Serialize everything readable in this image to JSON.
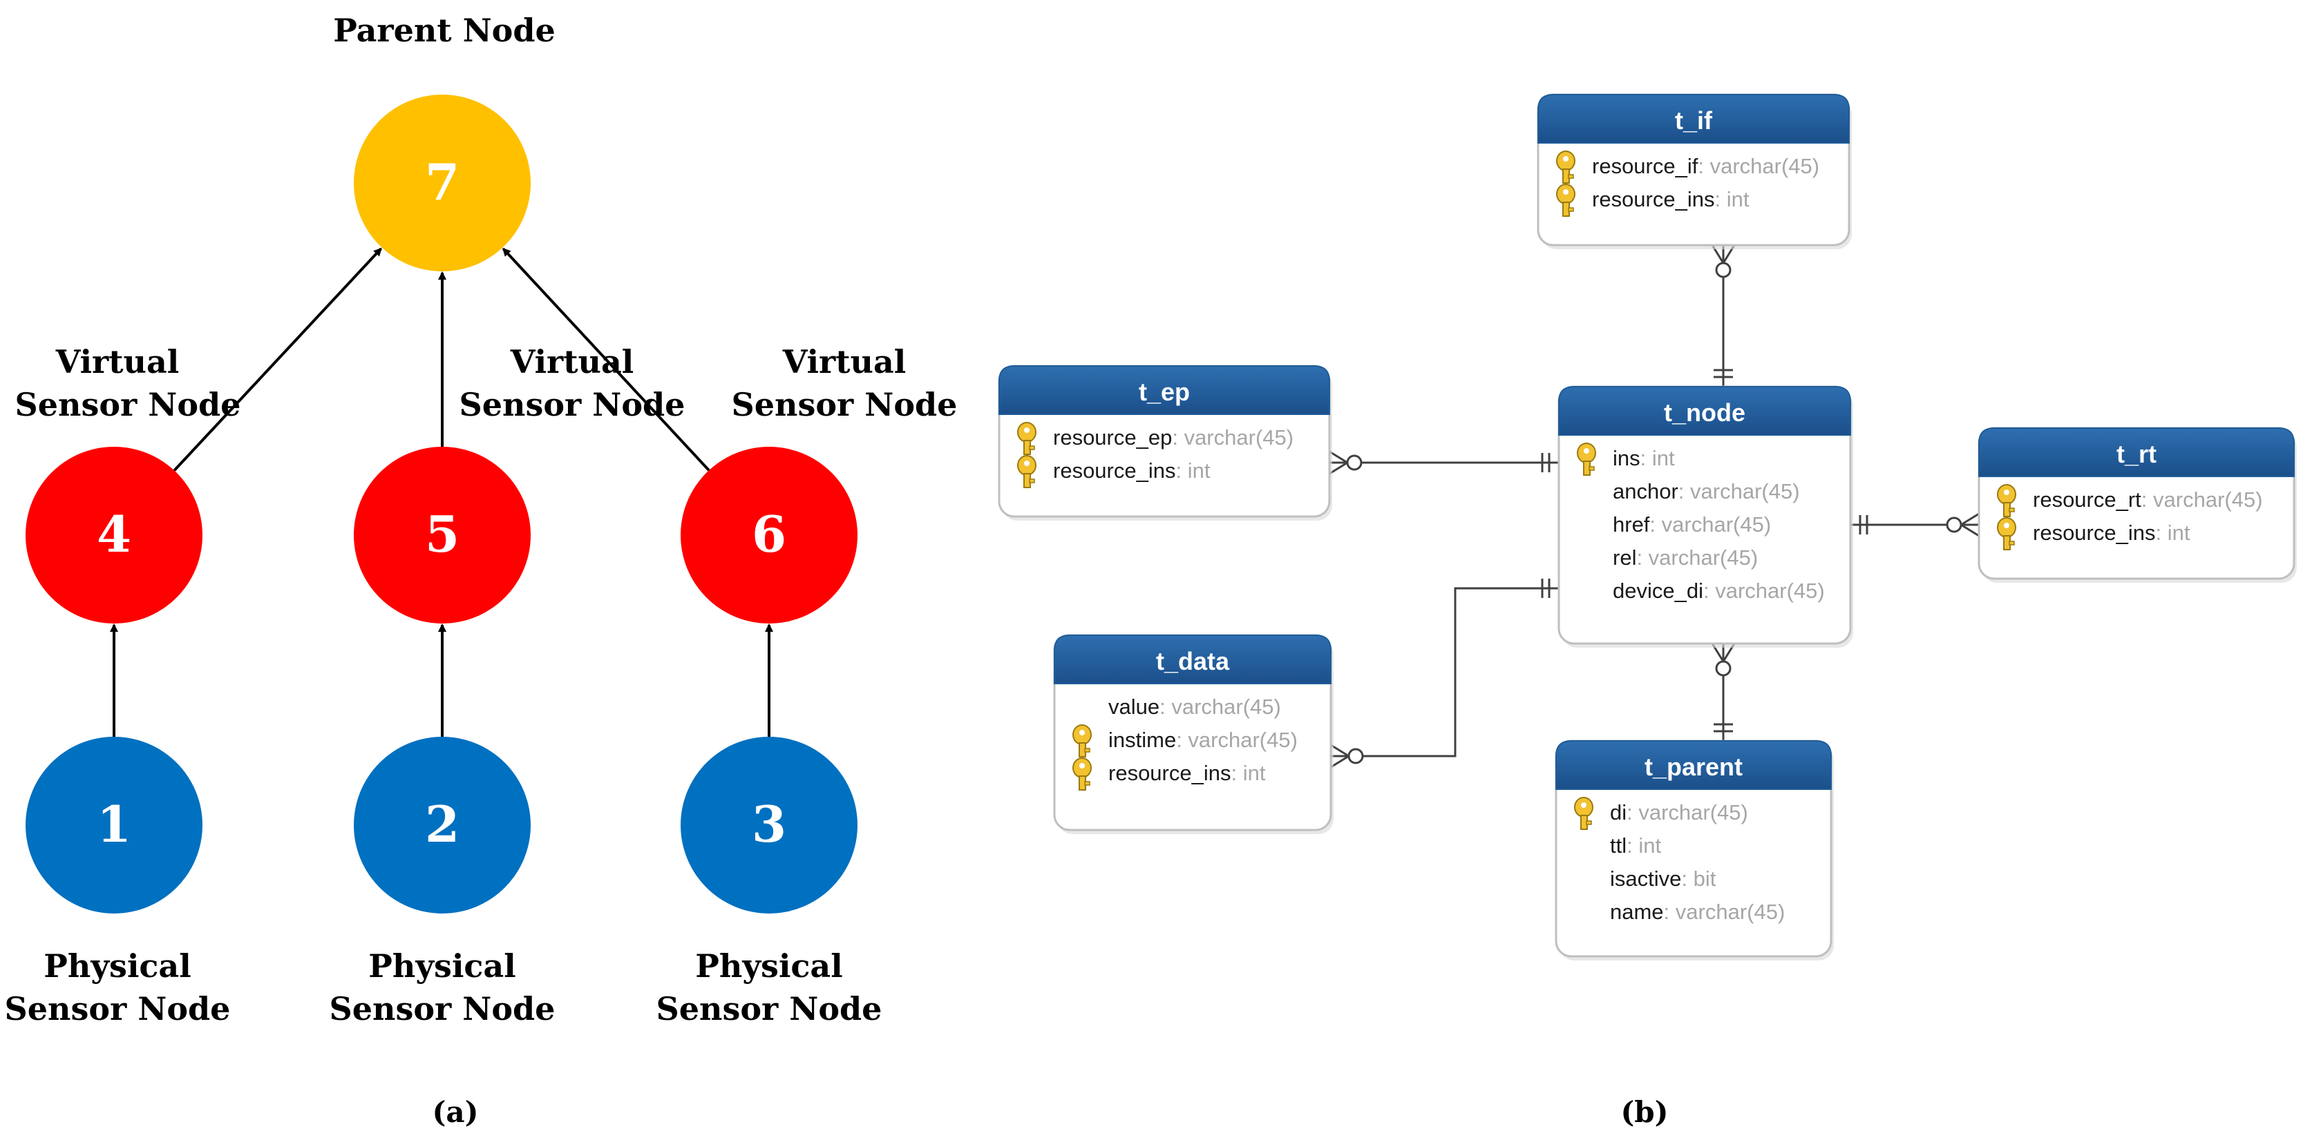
{
  "panel_a": {
    "caption": "(a)",
    "parent_label": "Parent Node",
    "virtual_label_line1": "Virtual",
    "virtual_label_line2": "Sensor Node",
    "physical_label_line1": "Physical",
    "physical_label_line2": "Sensor Node",
    "nodes": [
      {
        "id": "7",
        "kind": "parent",
        "color": "#FFC000"
      },
      {
        "id": "4",
        "kind": "virtual",
        "color": "#FF0000"
      },
      {
        "id": "5",
        "kind": "virtual",
        "color": "#FF0000"
      },
      {
        "id": "6",
        "kind": "virtual",
        "color": "#FF0000"
      },
      {
        "id": "1",
        "kind": "physical",
        "color": "#0070C0"
      },
      {
        "id": "2",
        "kind": "physical",
        "color": "#0070C0"
      },
      {
        "id": "3",
        "kind": "physical",
        "color": "#0070C0"
      }
    ],
    "edges": [
      {
        "from": "1",
        "to": "4"
      },
      {
        "from": "2",
        "to": "5"
      },
      {
        "from": "3",
        "to": "6"
      },
      {
        "from": "4",
        "to": "7"
      },
      {
        "from": "5",
        "to": "7"
      },
      {
        "from": "6",
        "to": "7"
      }
    ]
  },
  "panel_b": {
    "caption": "(b)",
    "header_color": "#1F5C99",
    "key_color": "#F2C230",
    "tables": [
      {
        "name": "t_if",
        "fields": [
          {
            "name": "resource_if",
            "type": ": varchar(45)",
            "key": true
          },
          {
            "name": "resource_ins",
            "type": ": int",
            "key": true
          }
        ]
      },
      {
        "name": "t_ep",
        "fields": [
          {
            "name": "resource_ep",
            "type": ": varchar(45)",
            "key": true
          },
          {
            "name": "resource_ins",
            "type": ": int",
            "key": true
          }
        ]
      },
      {
        "name": "t_node",
        "fields": [
          {
            "name": "ins",
            "type": ": int",
            "key": true
          },
          {
            "name": "anchor",
            "type": ": varchar(45)",
            "key": false
          },
          {
            "name": "href",
            "type": ": varchar(45)",
            "key": false
          },
          {
            "name": "rel",
            "type": ": varchar(45)",
            "key": false
          },
          {
            "name": "device_di",
            "type": ": varchar(45)",
            "key": false
          }
        ]
      },
      {
        "name": "t_rt",
        "fields": [
          {
            "name": "resource_rt",
            "type": ": varchar(45)",
            "key": true
          },
          {
            "name": "resource_ins",
            "type": ": int",
            "key": true
          }
        ]
      },
      {
        "name": "t_data",
        "fields": [
          {
            "name": "value",
            "type": ": varchar(45)",
            "key": false
          },
          {
            "name": "instime",
            "type": ": varchar(45)",
            "key": true
          },
          {
            "name": "resource_ins",
            "type": ": int",
            "key": true
          }
        ]
      },
      {
        "name": "t_parent",
        "fields": [
          {
            "name": "di",
            "type": ": varchar(45)",
            "key": true
          },
          {
            "name": "ttl",
            "type": ": int",
            "key": false
          },
          {
            "name": "isactive",
            "type": ": bit",
            "key": false
          },
          {
            "name": "name",
            "type": ": varchar(45)",
            "key": false
          }
        ]
      }
    ],
    "relations": [
      {
        "one": "t_node",
        "many": "t_if"
      },
      {
        "one": "t_node",
        "many": "t_ep"
      },
      {
        "one": "t_node",
        "many": "t_rt"
      },
      {
        "one": "t_node",
        "many": "t_data"
      },
      {
        "one": "t_parent",
        "many": "t_node"
      }
    ]
  }
}
